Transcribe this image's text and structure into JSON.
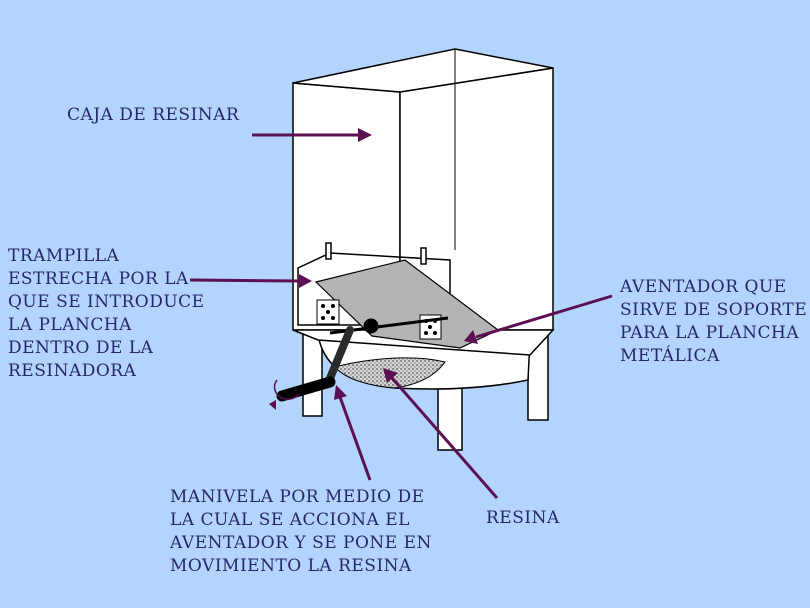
{
  "colors": {
    "background": "#b3d4fc",
    "arrow": "#5c0f52",
    "text": "#26266a",
    "outline": "#000000",
    "box_fill": "#ffffff",
    "plate_fill": "#b4b4b4",
    "resin": "#8a8a8a"
  },
  "labels": {
    "caja": "CAJA DE RESINAR",
    "trampilla": "TRAMPILLA\nESTRECHA POR LA\nQUE SE INTRODUCE\nLA PLANCHA\nDENTRO DE LA\nRESINADORA",
    "aventador": "AVENTADOR QUE\nSIRVE DE SOPORTE\nPARA LA PLANCHA\nMETÁLICA",
    "manivela": "MANIVELA POR MEDIO DE\nLA CUAL SE ACCIONA EL\nAVENTADOR Y SE PONE EN\nMOVIMIENTO LA RESINA",
    "resina": "RESINA"
  }
}
